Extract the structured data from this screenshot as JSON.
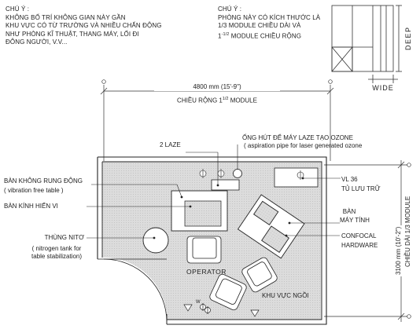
{
  "notes": {
    "left": {
      "heading": "CHÚ Ý :",
      "lines": [
        "KHÔNG BỐ TRÍ KHÔNG GIAN NÀY GẦN",
        "KHU VỰC CÓ TỪ TRƯỜNG VÀ NHIỀU CHẤN ĐỘNG",
        "NHƯ PHÒNG KĨ THUẬT, THANG MÁY, LỐI ĐI",
        "ĐÔNG NGƯỜI, V.V..."
      ]
    },
    "right": {
      "heading": "CHÚ Ý :",
      "lines": [
        "PHÒNG NÀY CÓ KÍCH THƯỚC LÀ",
        "1/3 MODULE CHIỀU DÀI VÀ",
        "1-1/2 MODULE CHIỀU RỘNG"
      ],
      "line3_prefix": "1",
      "line3_sup": "-1/2",
      "line3_rest": " MODULE CHIỀU RỘNG"
    }
  },
  "module_diagram": {
    "deep": "DEEP",
    "wide": "WIDE"
  },
  "dimensions": {
    "width_value": "4800  mm  (15'-9\")",
    "width_label_prefix": "CHIỀU RỘNG 1",
    "width_label_sup": "1/2",
    "width_label_suffix": " MODULE",
    "height_value": "3100  mm  (10'-2\")",
    "height_label": "CHIỀU DÀI 1/3 MODULE"
  },
  "labels": {
    "laser": "2 LAZE",
    "ozone_vi": "ỐNG HÚT ĐỂ MÁY LAZE TẠO OZONE",
    "ozone_en": "( aspiration pipe for laser generated ozone",
    "vib_table_vi": "BÀN KHÔNG RUNG ĐỘNG",
    "vib_table_en": "( vibration free table )",
    "microscope_table": "BÀN KÍNH HIỂN VI",
    "nitrogen_vi": "THÙNG NITƠ",
    "nitrogen_en_1": "( nitrogen tank for",
    "nitrogen_en_2": "table stabilization)",
    "vl36": "VL 36",
    "cabinet": "TỦ LƯU TRỮ",
    "computer_1": "BÀN",
    "computer_2": "MÁY TÍNH",
    "confocal_1": "CONFOCAL",
    "confocal_2": "HARDWARE",
    "operator": "OPERATOR",
    "seating": "KHU VỰC NGỒI",
    "marker_w": "W"
  }
}
